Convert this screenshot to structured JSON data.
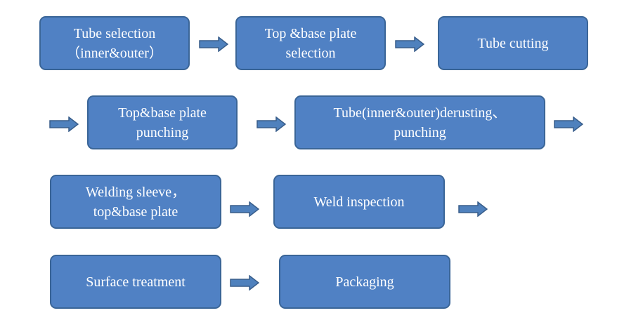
{
  "steps": [
    {
      "id": "tube-selection",
      "lines": [
        "Tube selection",
        "（inner&outer）"
      ]
    },
    {
      "id": "plate-selection",
      "lines": [
        "Top &base plate",
        "selection"
      ]
    },
    {
      "id": "tube-cutting",
      "lines": [
        "Tube cutting"
      ]
    },
    {
      "id": "plate-punching",
      "lines": [
        "Top&base plate",
        "punching"
      ]
    },
    {
      "id": "tube-derusting",
      "lines": [
        "Tube(inner&outer)derusting、",
        "punching"
      ]
    },
    {
      "id": "welding",
      "lines": [
        "Welding sleeve，",
        "top&base plate"
      ]
    },
    {
      "id": "weld-inspection",
      "lines": [
        "Weld inspection"
      ]
    },
    {
      "id": "surface-treatment",
      "lines": [
        "Surface treatment"
      ]
    },
    {
      "id": "packaging",
      "lines": [
        "Packaging"
      ]
    }
  ],
  "colors": {
    "box_fill": "#5081c4",
    "box_border": "#3a6597",
    "arrow_fill": "#4f81bd",
    "arrow_stroke": "#385d8a",
    "text": "#ffffff"
  }
}
